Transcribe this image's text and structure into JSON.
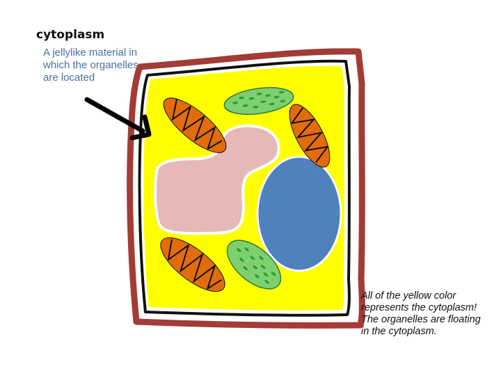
{
  "label": {
    "title": "cytoplasm",
    "definition_lines": [
      "A jellylike material in",
      "which the organelles",
      "are located"
    ]
  },
  "note": {
    "lines": [
      "All of the yellow color",
      "represents the cytoplasm!",
      "The organelles are floating",
      "in the cytoplasm."
    ]
  },
  "colors": {
    "cell_wall": "#a33b36",
    "membrane": "#111111",
    "cytoplasm": "#ffff00",
    "nucleus": "#4f81bd",
    "vacuole": "#e6b8b7",
    "mitochondria": "#e36c0a",
    "chloroplast": "#7ed06e",
    "chloroplast_dots": "#2f9a3a"
  }
}
